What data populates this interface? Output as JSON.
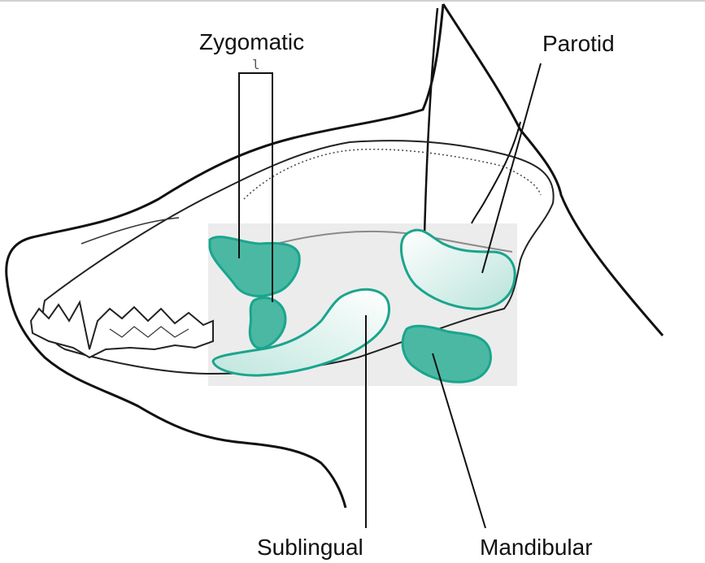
{
  "labels": {
    "zygomatic": "Zygomatic",
    "parotid": "Parotid",
    "sublingual": "Sublingual",
    "mandibular": "Mandibular"
  },
  "bracket_mark": "l",
  "colors": {
    "gland_fill_dark": "#4bb8a4",
    "gland_fill_light": "#d6efea",
    "gland_outline": "#1aa58d",
    "highlight_box": "#e6e6e6",
    "outline": "#111111",
    "skull_line": "#8a8a8a"
  }
}
